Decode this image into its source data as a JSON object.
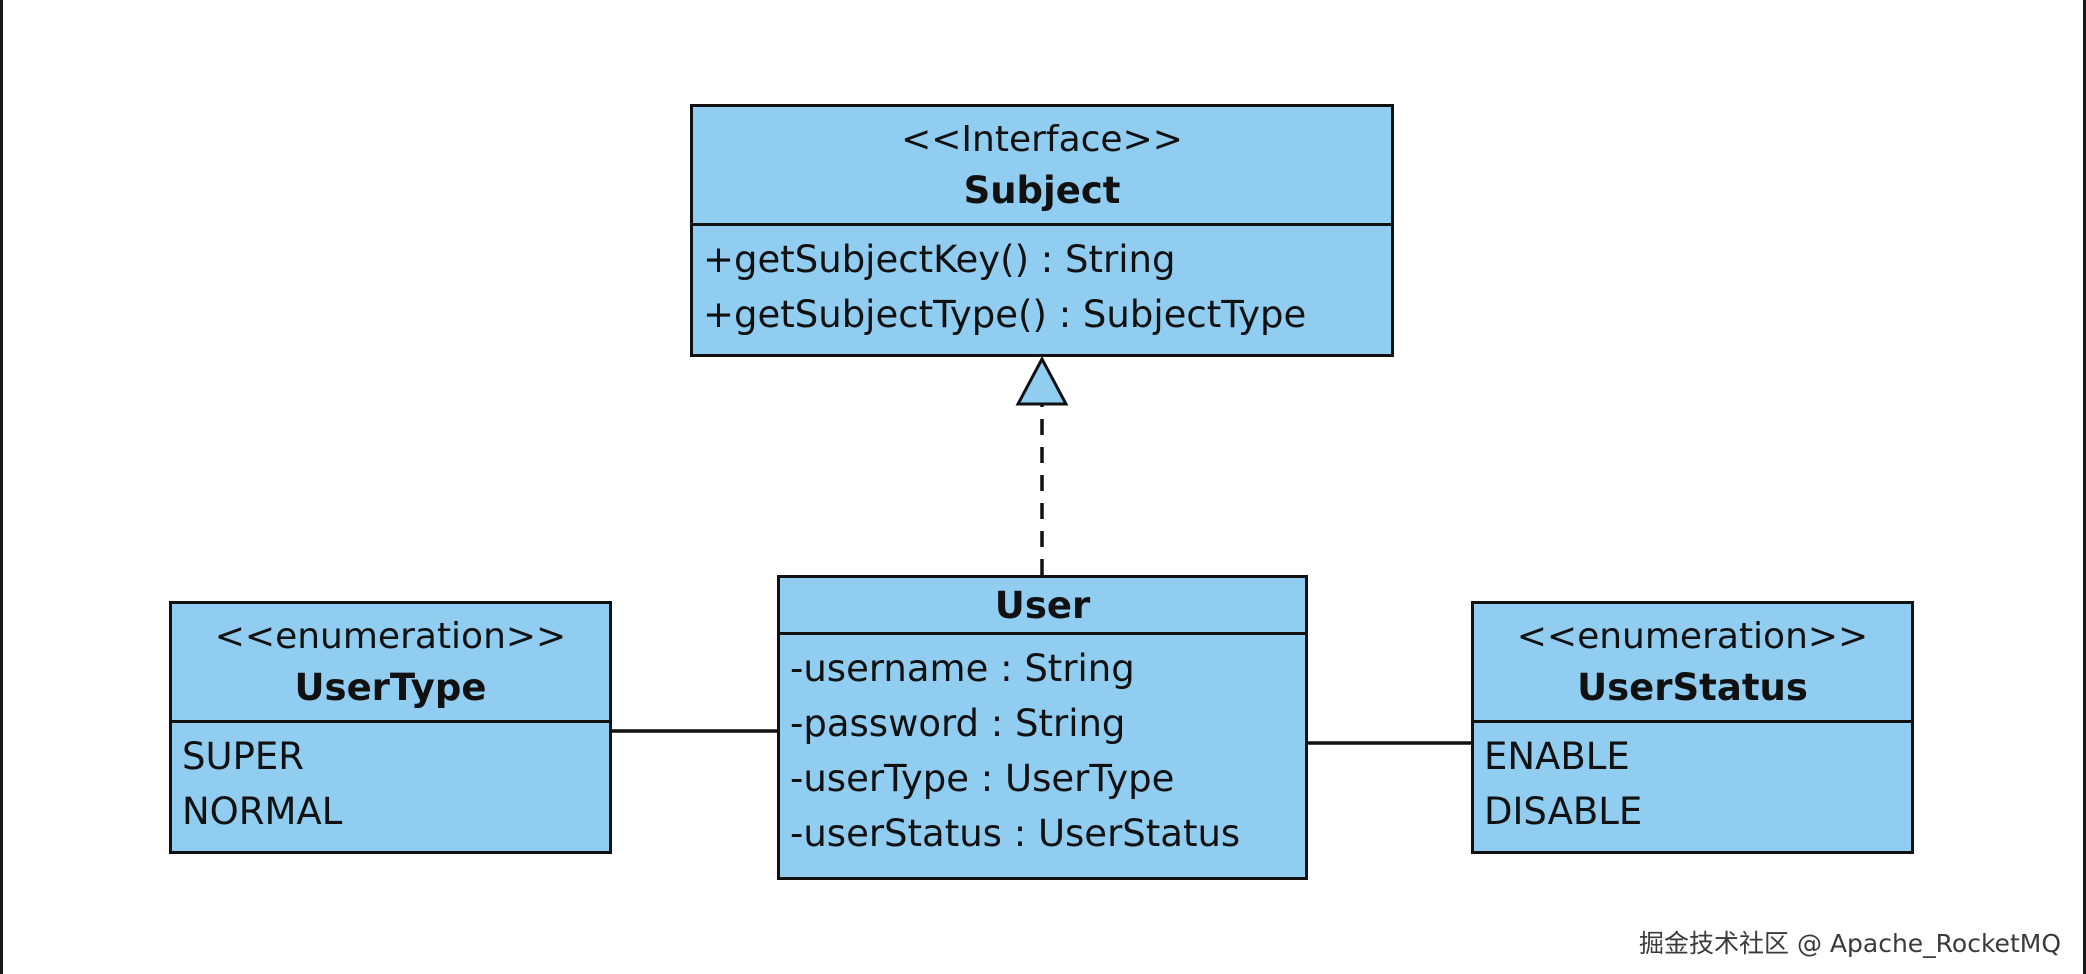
{
  "diagram": {
    "interface": {
      "stereotype": "<<Interface>>",
      "name": "Subject",
      "operations": [
        "+getSubjectKey() : String",
        "+getSubjectType() : SubjectType"
      ]
    },
    "user": {
      "name": "User",
      "attributes": [
        "-username : String",
        "-password : String",
        "-userType : UserType",
        "-userStatus : UserStatus"
      ]
    },
    "user_type": {
      "stereotype": "<<enumeration>>",
      "name": "UserType",
      "literals": [
        "SUPER",
        "NORMAL"
      ]
    },
    "user_status": {
      "stereotype": "<<enumeration>>",
      "name": "UserStatus",
      "literals": [
        "ENABLE",
        "DISABLE"
      ]
    }
  },
  "colors": {
    "box_fill": "#90cdf1",
    "stroke": "#111111"
  },
  "watermark": "掘金技术社区 @ Apache_RocketMQ"
}
